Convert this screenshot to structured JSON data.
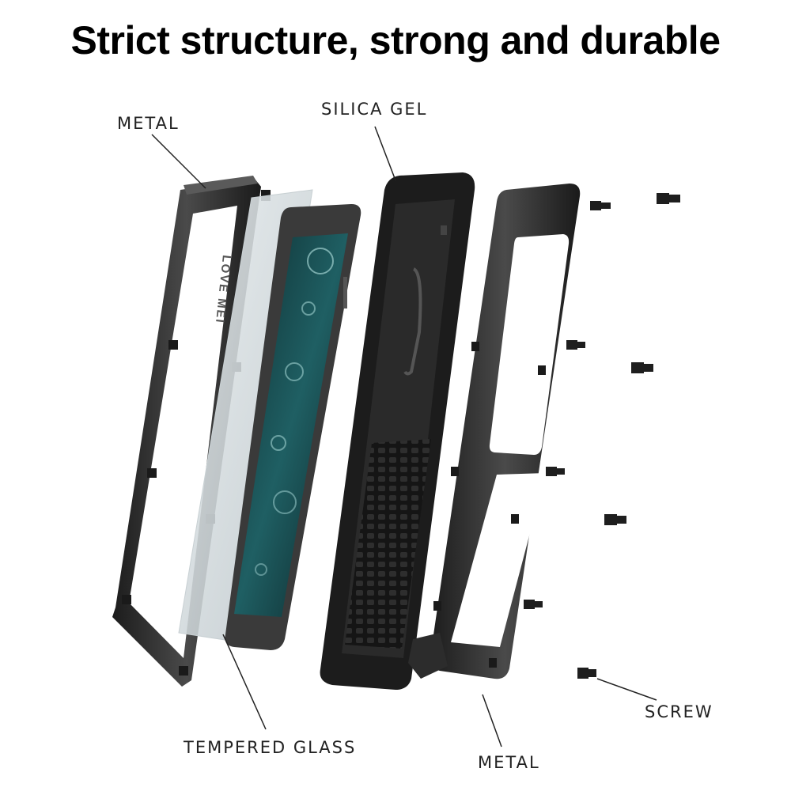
{
  "headline": "Strict structure, strong and durable",
  "callouts": {
    "metal_frame": "METAL",
    "silica_gel": "SILICA GEL",
    "tempered_glass": "TEMPERED GLASS",
    "metal_back": "METAL",
    "screw": "SCREW"
  },
  "frame_logo_text": "LOVE MEI",
  "colors": {
    "background": "#ffffff",
    "metal": "#2b2b2b",
    "screen_accent": "#1f5f63"
  }
}
